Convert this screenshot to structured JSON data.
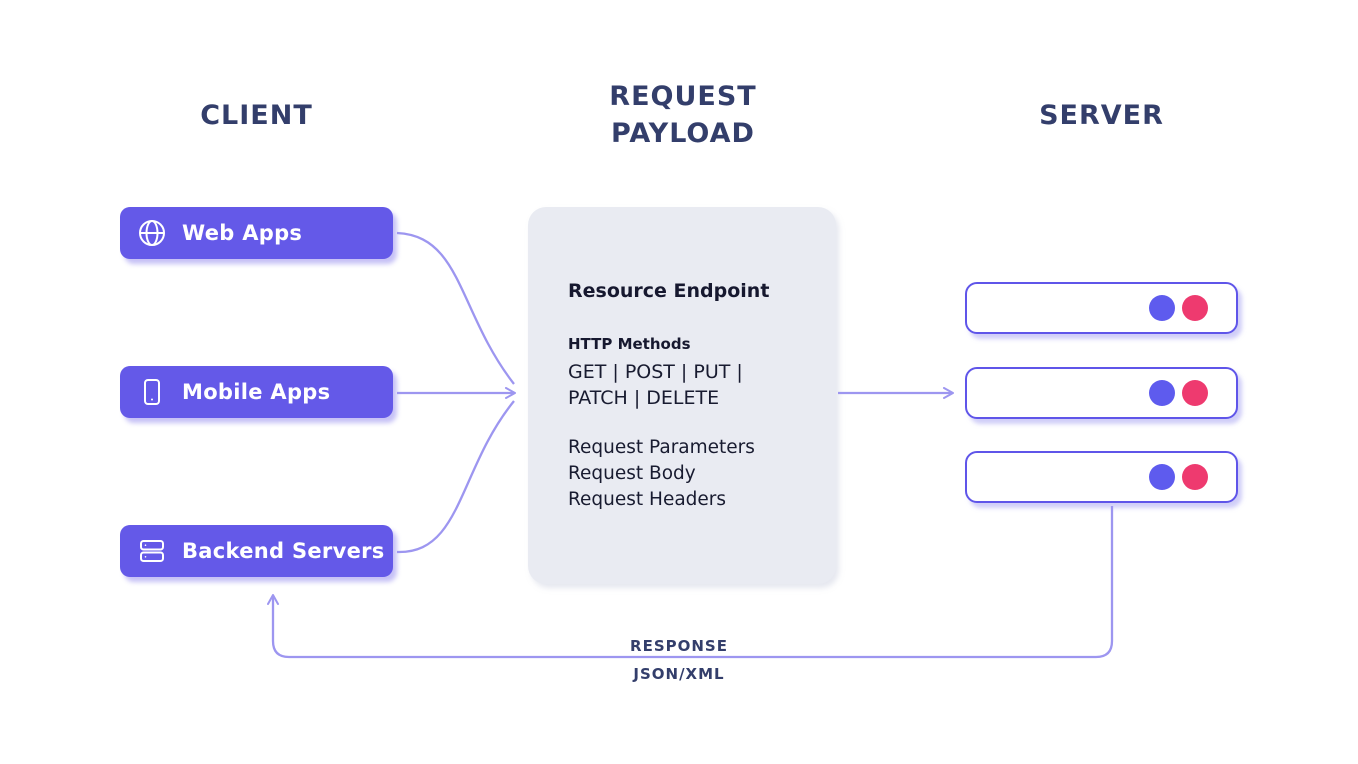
{
  "headers": {
    "client": "CLIENT",
    "request_payload": "REQUEST\nPAYLOAD",
    "server": "SERVER"
  },
  "clients": [
    {
      "label": "Web Apps",
      "icon": "globe-icon"
    },
    {
      "label": "Mobile Apps",
      "icon": "mobile-icon"
    },
    {
      "label": "Backend Servers",
      "icon": "server-stack-icon"
    }
  ],
  "payload": {
    "title": "Resource Endpoint",
    "methods_label": "HTTP Methods",
    "methods_lines": [
      "GET | POST | PUT |",
      "PATCH | DELETE"
    ],
    "items": [
      "Request Parameters",
      "Request Body",
      "Request Headers"
    ]
  },
  "server_bars": [
    {
      "dots": [
        "blue",
        "pink"
      ]
    },
    {
      "dots": [
        "blue",
        "pink"
      ]
    },
    {
      "dots": [
        "blue",
        "pink"
      ]
    }
  ],
  "response": {
    "line1": "RESPONSE",
    "line2": "JSON/XML"
  },
  "colors": {
    "accent_purple": "#6459E8",
    "arrow_purple": "#9D96F0",
    "navy_heading": "#333E6B",
    "payload_bg": "#E9EBF2",
    "payload_text": "#16182F",
    "server_border": "#5F55E9",
    "dot_blue": "#5E5BEE",
    "dot_pink": "#EE3A6F"
  }
}
